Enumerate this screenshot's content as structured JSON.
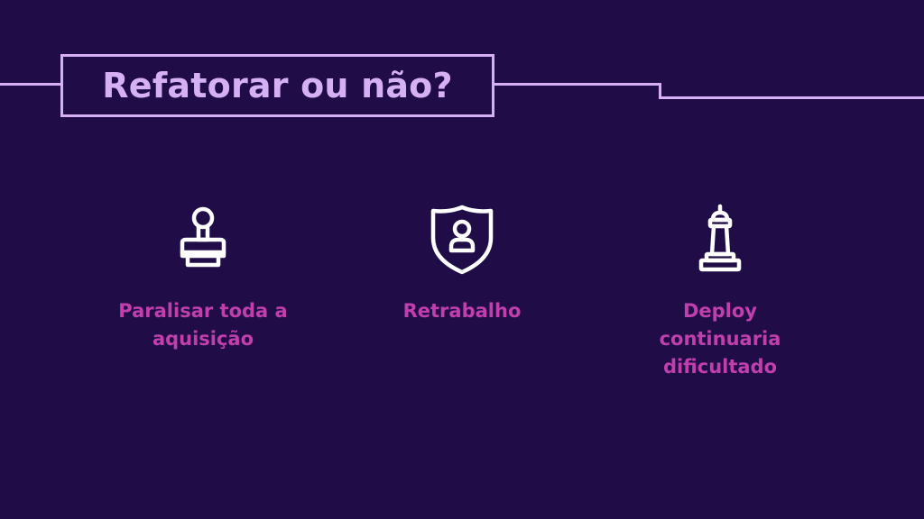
{
  "slide": {
    "title": "Refatorar ou não?",
    "colors": {
      "background": "#200d48",
      "frame": "#d6b0f5",
      "accent": "#c03fad",
      "icon": "#ffffff"
    }
  },
  "items": [
    {
      "icon": "stamp-icon",
      "label_line1": "Paralisar toda a",
      "label_line2": "aquisição",
      "label_line3": ""
    },
    {
      "icon": "shield-user-icon",
      "label_line1": "Retrabalho",
      "label_line2": "",
      "label_line3": ""
    },
    {
      "icon": "chess-piece-icon",
      "label_line1": "Deploy",
      "label_line2": "continuaria",
      "label_line3": "dificultado"
    }
  ]
}
